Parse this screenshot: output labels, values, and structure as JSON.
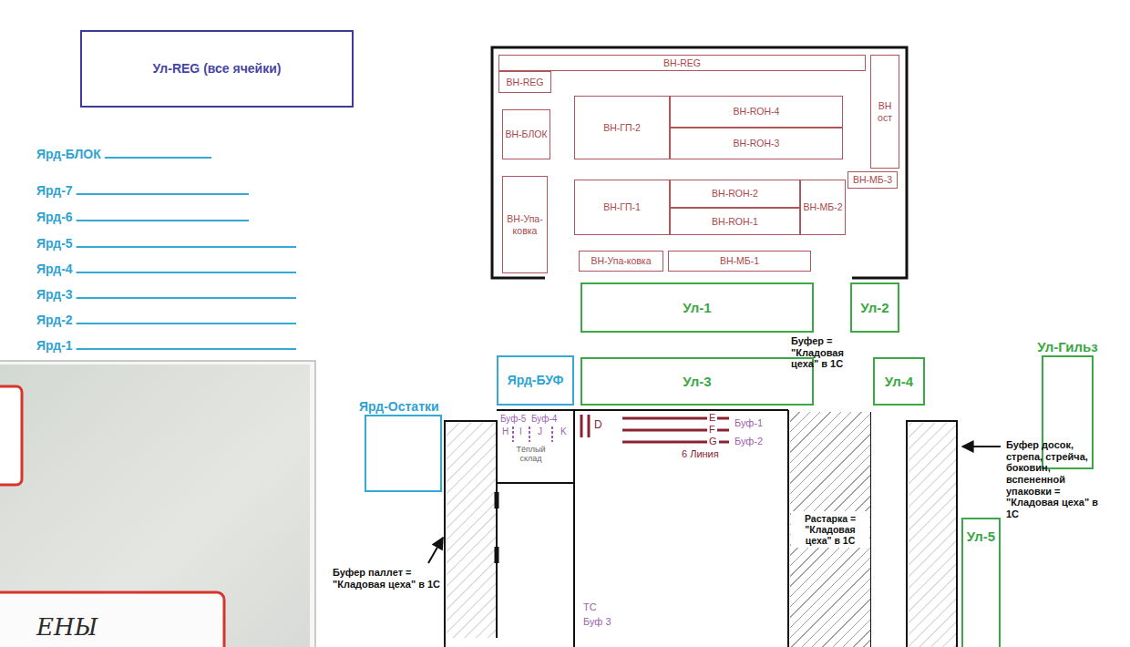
{
  "diagram": {
    "nodes": [
      {
        "text": [
          "Ул-REG (все ячейки)"
        ]
      },
      {
        "text": [
          "ВН-REG"
        ]
      },
      {
        "text": [
          "ВН-REG"
        ]
      },
      {
        "text": [
          "ВН ост"
        ]
      },
      {
        "text": [
          "ВН-БЛОК"
        ]
      },
      {
        "text": [
          "ВН-ГП-2"
        ]
      },
      {
        "text": [
          "ВН-ROH-4"
        ]
      },
      {
        "text": [
          "ВН-ROH-3"
        ]
      },
      {
        "text": [
          "ВН-МБ-3"
        ]
      },
      {
        "text": [
          "ВН-Упа- ковка"
        ]
      },
      {
        "text": [
          "ВН-ГП-1"
        ]
      },
      {
        "text": [
          "ВН-ROH-2"
        ]
      },
      {
        "text": [
          "ВН-ROH-1"
        ]
      },
      {
        "text": [
          "ВН-МБ-2"
        ]
      },
      {
        "text": [
          "ВН-Упа-ковка"
        ]
      },
      {
        "text": [
          "ВН-МБ-1"
        ]
      },
      {
        "text": [
          "Ул-1"
        ]
      },
      {
        "text": [
          "Ул-2"
        ]
      },
      {
        "text": [
          "Ярд-Остатки"
        ]
      },
      {
        "text": [
          "Ярд-БУФ"
        ]
      },
      {
        "text": [
          "Ул-3"
        ]
      },
      {
        "text": [
          "Ул-4"
        ]
      },
      {
        "text": [
          "Ул-Гильз"
        ]
      },
      {
        "text": [
          "Растарка = \"Кладовая цеха\" в 1С"
        ]
      },
      {
        "text": [
          "Ул-5"
        ]
      }
    ],
    "labels": [
      "Ярд-БЛОК",
      "Ярд-7",
      "Ярд-6",
      "Ярд-5",
      "Ярд-4",
      "Ярд-3",
      "Ярд-2",
      "Ярд-1",
      "Буфер = \"Кладовая цеха\" в 1С",
      "Буф-5",
      "Буф-4",
      "H",
      "I",
      "J",
      "K",
      "Тёплый склад",
      "D",
      "E",
      "F",
      "G",
      "Буф-1",
      "Буф-2",
      "6 Линия",
      "Буфер паллет = \"Кладовая цеха\" в 1С",
      "ТС",
      "Буф 3",
      "Буфер досок, стрепа, стрейча, боковин, вспененной упаковки = \"Кладовая цеха\" в 1С",
      "ЕНЫ"
    ]
  }
}
